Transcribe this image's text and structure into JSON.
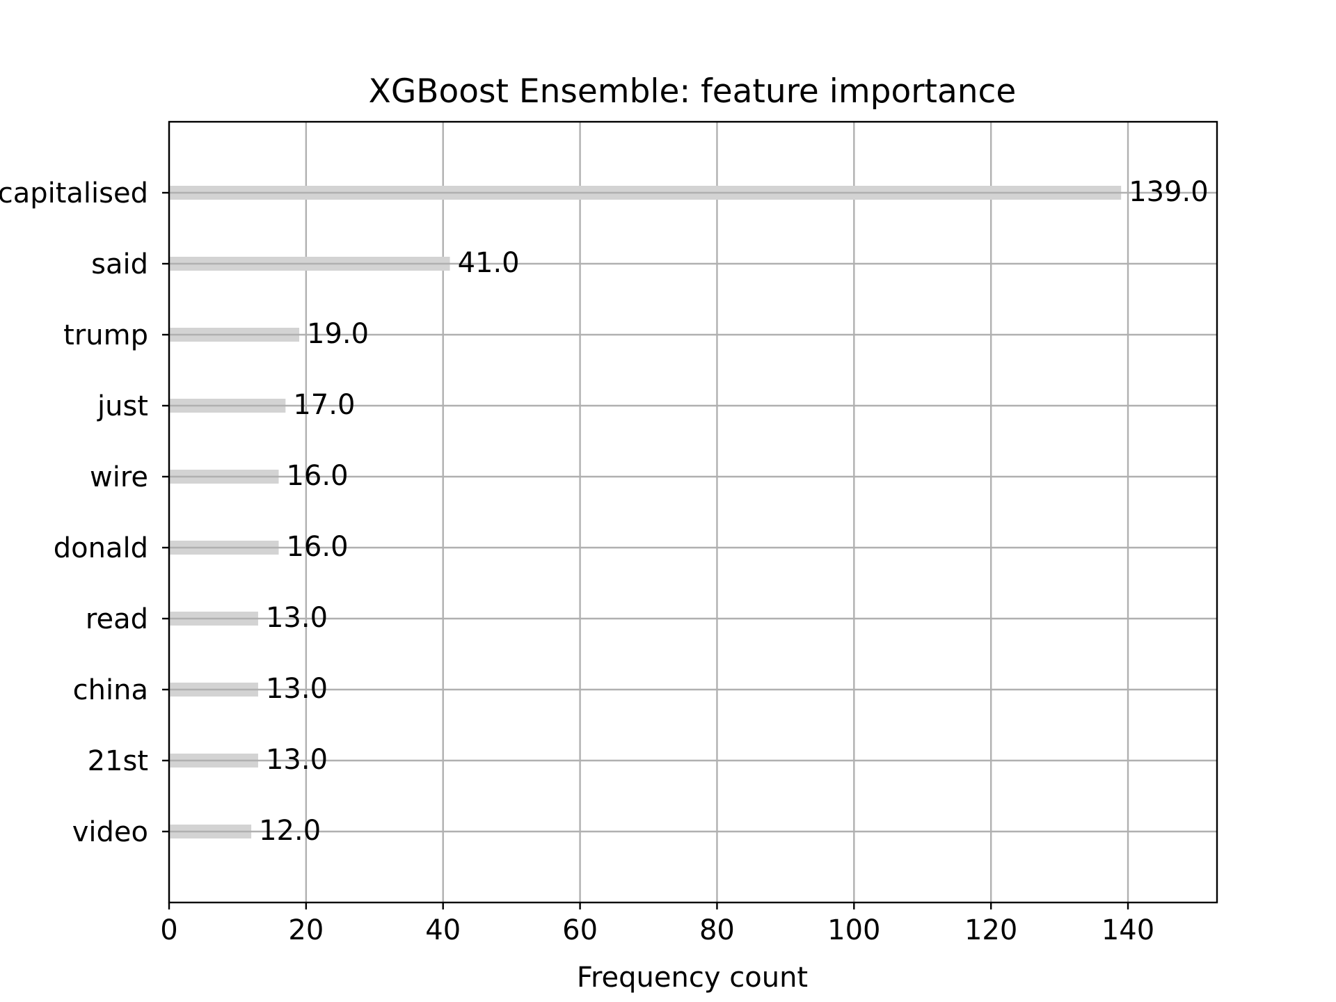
{
  "chart_data": {
    "type": "bar",
    "orientation": "horizontal",
    "title": "XGBoost Ensemble: feature importance",
    "xlabel": "Frequency count",
    "ylabel": "",
    "categories": [
      "capitalised",
      "said",
      "trump",
      "just",
      "wire",
      "donald",
      "read",
      "china",
      "21st",
      "video"
    ],
    "values": [
      139.0,
      41.0,
      19.0,
      17.0,
      16.0,
      16.0,
      13.0,
      13.0,
      13.0,
      12.0
    ],
    "value_labels": [
      "139.0",
      "41.0",
      "19.0",
      "17.0",
      "16.0",
      "16.0",
      "13.0",
      "13.0",
      "13.0",
      "12.0"
    ],
    "xlim": [
      0,
      153
    ],
    "xticks": [
      0,
      20,
      40,
      60,
      80,
      100,
      120,
      140
    ],
    "grid": true,
    "bar_color": "#d3d3d3",
    "grid_color": "#b0b0b0"
  }
}
